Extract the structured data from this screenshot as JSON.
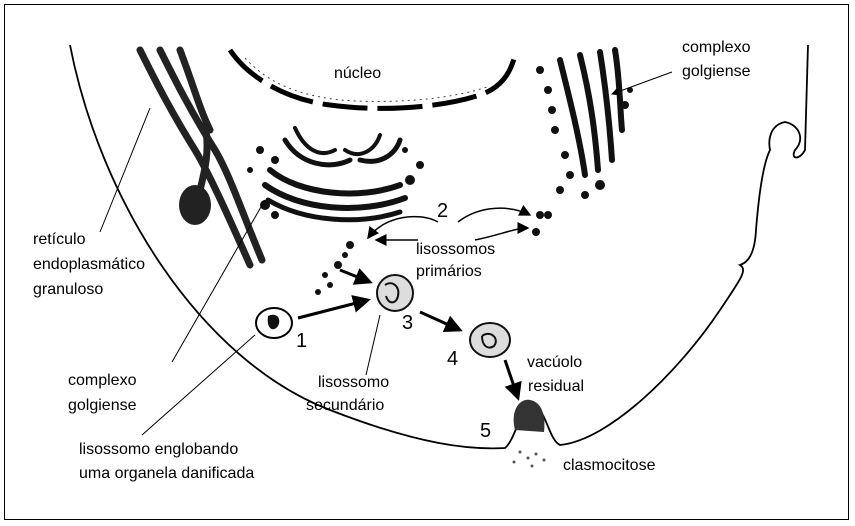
{
  "labels": {
    "nucleo": "núcleo",
    "complexo_golgiense_top_1": "complexo",
    "complexo_golgiense_top_2": "golgiense",
    "reticulo_1": "retículo",
    "reticulo_2": "endoplasmático",
    "reticulo_3": "granuloso",
    "lisossomos_primarios_1": "lisossomos",
    "lisossomos_primarios_2": "primários",
    "complexo_golgiense_bottom_1": "complexo",
    "complexo_golgiense_bottom_2": "golgiense",
    "lisossomo_secundario_1": "lisossomo",
    "lisossomo_secundario_2": "secundário",
    "vacuolo_residual_1": "vacúolo",
    "vacuolo_residual_2": "residual",
    "lisossomo_englobando_1": "lisossomo englobando",
    "lisossomo_englobando_2": "uma organela danificada",
    "clasmocitose": "clasmocitose"
  },
  "steps": {
    "s1": "1",
    "s2": "2",
    "s3": "3",
    "s4": "4",
    "s5": "5"
  }
}
